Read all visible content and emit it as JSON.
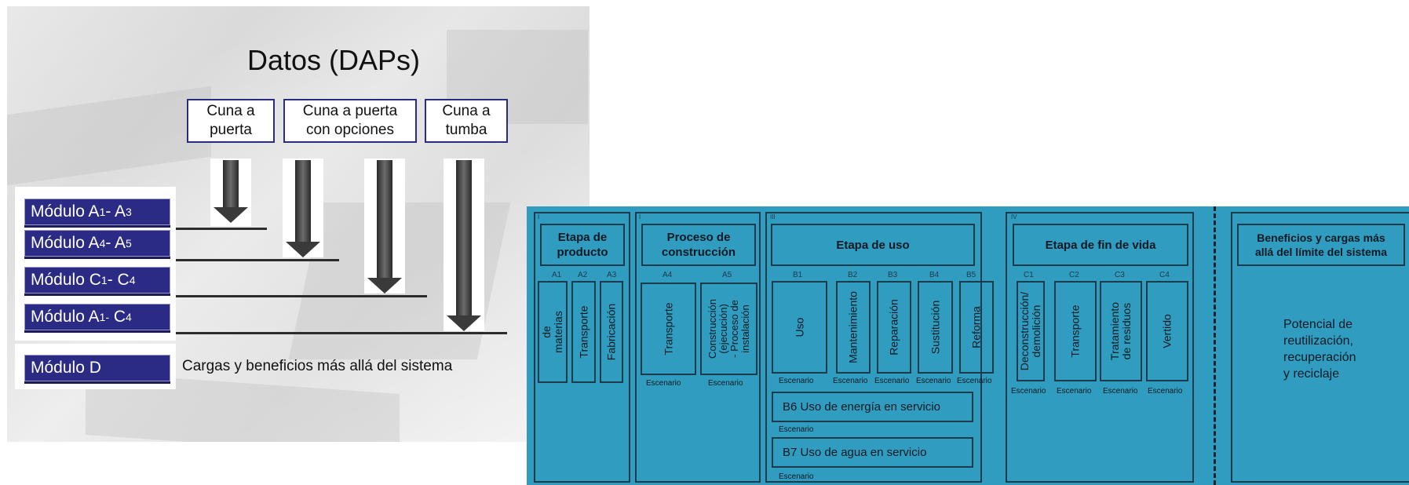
{
  "slide": {
    "title": "Datos (DAPs)",
    "categories": [
      {
        "label": "Cuna a\npuerta"
      },
      {
        "label": "Cuna a puerta\ncon opciones"
      },
      {
        "label": "Cuna a\ntumba"
      }
    ],
    "modules": [
      {
        "name": "Módulo A",
        "s1": "1",
        "mid": "- A",
        "s2": "3"
      },
      {
        "name": "Módulo A",
        "s1": "4",
        "mid": "- A",
        "s2": "5"
      },
      {
        "name": "Módulo C",
        "s1": "1",
        "mid": "- C",
        "s2": "4"
      },
      {
        "name": "Módulo A",
        "s1": "1",
        "mid": "- C",
        "s2": "4",
        "sub_mid": "-"
      }
    ],
    "module_d": "Módulo D",
    "module_d_text": "Cargas y beneficios más allá del sistema"
  },
  "diagram": {
    "stage_numbers": [
      "I",
      "I",
      "III",
      "IV"
    ],
    "stages": {
      "product": "Etapa de\nproducto",
      "construction": "Proceso de\nconstrucción",
      "use": "Etapa de uso",
      "end_of_life": "Etapa de fin de vida",
      "beyond": "Beneficios y cargas más\nallá del límite del sistema"
    },
    "product_codes": [
      "A1",
      "A2",
      "A3"
    ],
    "product_items": [
      "Suministro de\nmaterias primas",
      "Transporte",
      "Fabricación"
    ],
    "construction_codes": [
      "A4",
      "A5"
    ],
    "construction_items": [
      "Transporte",
      "Construcción\n(ejecución)\n- Proceso de\ninstalación"
    ],
    "construction_esc": [
      "Escenario",
      "Escenario"
    ],
    "use_codes": [
      "B1",
      "B2",
      "B3",
      "B4",
      "B5"
    ],
    "use_items": [
      "Uso",
      "Mantenimiento",
      "Reparación",
      "Sustitución",
      "Reforma"
    ],
    "use_esc": [
      "Escenario",
      "Escenario",
      "Escenario",
      "Escenario",
      "Escenario"
    ],
    "b6": "B6 Uso de energía en servicio",
    "b6_esc": "Escenario",
    "b7": "B7 Uso de agua en servicio",
    "b7_esc": "Escenario",
    "eol_codes": [
      "C1",
      "C2",
      "C3",
      "C4"
    ],
    "eol_items": [
      "Deconstrucción/\ndemolición",
      "Transporte",
      "Tratamiento\nde residuos",
      "Vertido"
    ],
    "eol_esc": [
      "Escenario",
      "Escenario",
      "Escenario",
      "Escenario"
    ],
    "beyond_text": "Potencial de\nreutilización,\nrecuperación\ny reciclaje"
  },
  "colors": {
    "module_blue": "#2b2b86",
    "diagram_bg": "#2f9cc0",
    "frame": "#1d3a4a"
  }
}
